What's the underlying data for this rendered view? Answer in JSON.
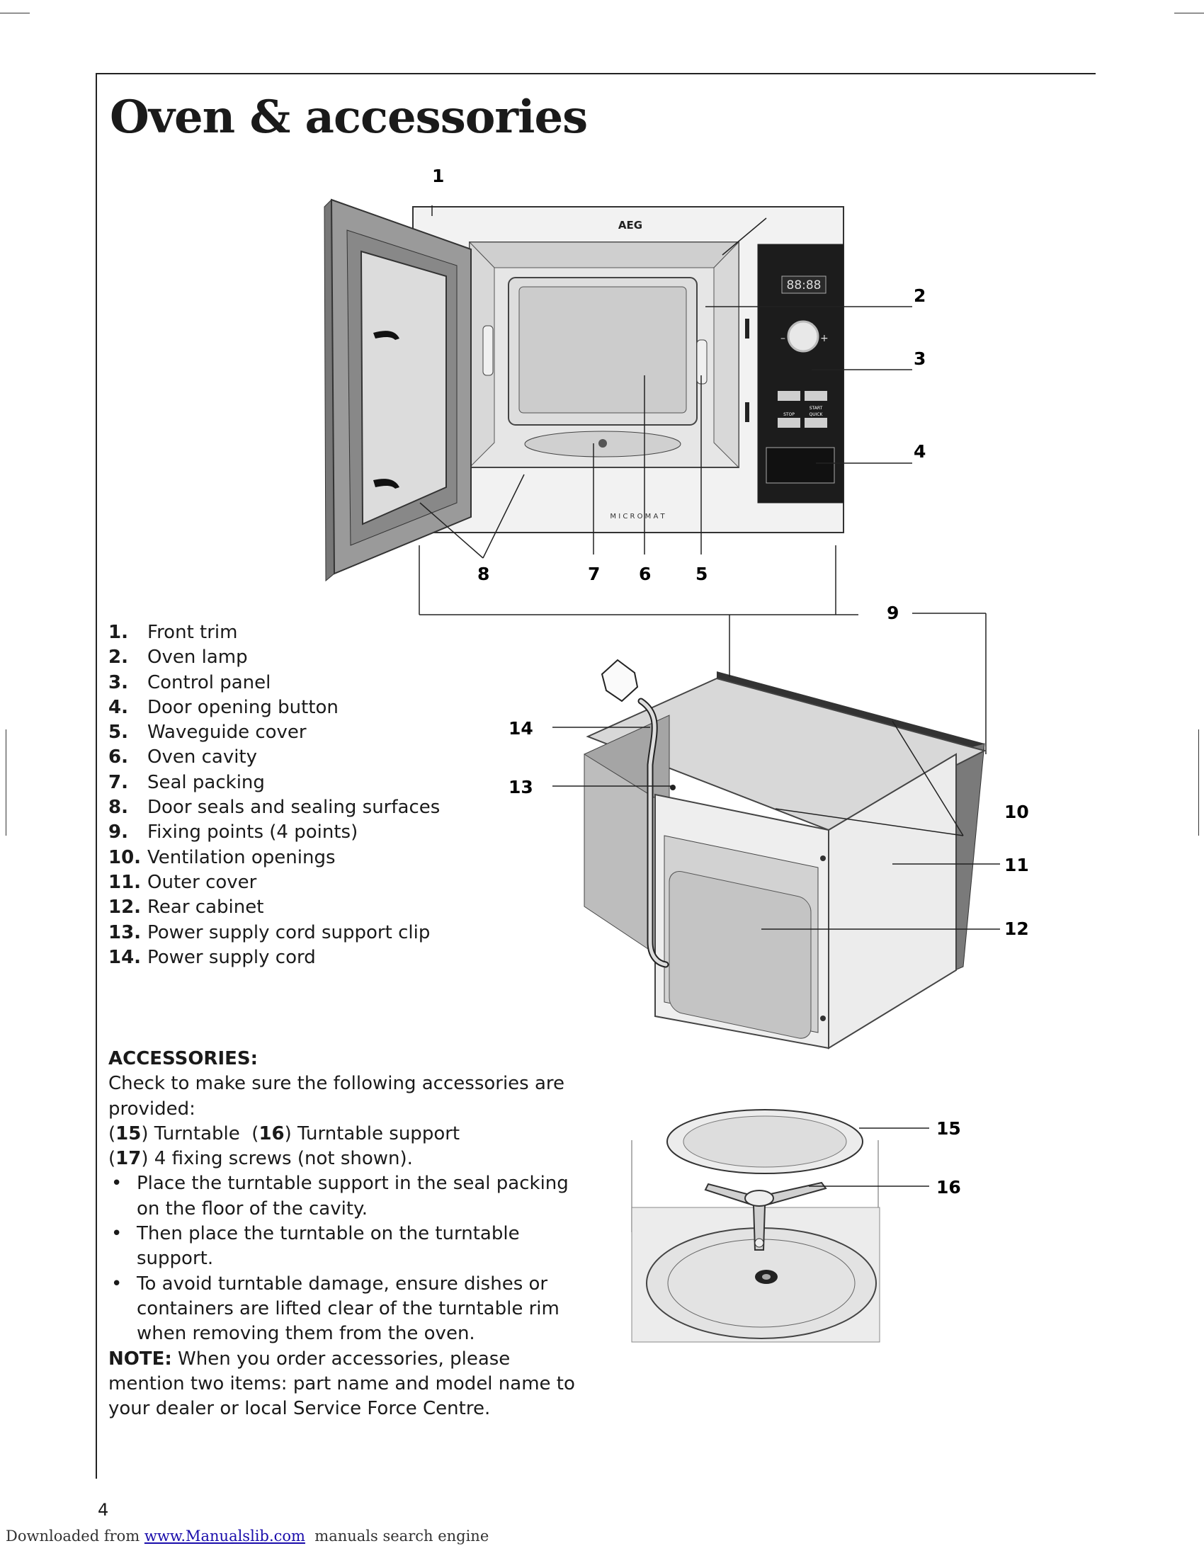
{
  "page": {
    "title": "Oven & accessories",
    "page_number": "4"
  },
  "figure_front": {
    "brand": "AEG",
    "model_text": "M I C R O M A T",
    "display": "88:88",
    "panel_labels": {
      "stop": "STOP",
      "start": "START",
      "quick": "QUICK"
    },
    "callouts": [
      "1",
      "2",
      "3",
      "4",
      "5",
      "6",
      "7",
      "8",
      "9"
    ]
  },
  "figure_rear": {
    "callouts": [
      "14",
      "13",
      "10",
      "11",
      "12"
    ]
  },
  "figure_turntable": {
    "callouts": [
      "15",
      "16"
    ]
  },
  "parts_list": [
    {
      "num": "1.",
      "label": "Front trim"
    },
    {
      "num": "2.",
      "label": "Oven lamp"
    },
    {
      "num": "3.",
      "label": "Control panel"
    },
    {
      "num": "4.",
      "label": "Door opening button"
    },
    {
      "num": "5.",
      "label": "Waveguide cover"
    },
    {
      "num": "6.",
      "label": "Oven cavity"
    },
    {
      "num": "7.",
      "label": "Seal packing"
    },
    {
      "num": "8.",
      "label": "Door seals and sealing surfaces"
    },
    {
      "num": "9.",
      "label": "Fixing points (4 points)"
    },
    {
      "num": "10.",
      "label": "Ventilation openings"
    },
    {
      "num": "11.",
      "label": "Outer cover"
    },
    {
      "num": "12.",
      "label": "Rear cabinet"
    },
    {
      "num": "13.",
      "label": "Power supply cord support clip"
    },
    {
      "num": "14.",
      "label": "Power supply cord"
    }
  ],
  "accessories": {
    "heading": "ACCESSORIES:",
    "intro": "Check to make sure the following accessories are provided:",
    "items_line1": {
      "n1": "15",
      "t1": " Turntable  ",
      "n2": "16",
      "t2": " Turntable support"
    },
    "items_line2": {
      "n": "17",
      "t": " 4 fixing screws (not shown)."
    },
    "bullets": [
      "Place the turntable support in the seal packing on the floor of the cavity.",
      "Then place the turntable on the turntable support.",
      "To avoid turntable damage, ensure dishes or containers are lifted clear of the turntable rim when removing them from the oven."
    ],
    "note_label": "NOTE:",
    "note_text": " When you order accessories, please mention two items: part name and model name to your dealer or local Service Force Centre."
  },
  "footer": {
    "prefix": "Downloaded from ",
    "link": "www.Manualslib.com",
    "suffix": "  manuals search engine"
  }
}
